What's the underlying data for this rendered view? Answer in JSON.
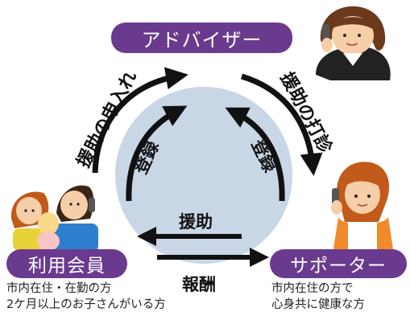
{
  "nodes": {
    "advisor": "アドバイザー",
    "member": "利用会員",
    "supporter": "サポーター"
  },
  "flows": {
    "support_request": "援助の申入れ",
    "support_meeting": "援助の打診",
    "register_left": "登録",
    "register_right": "登録",
    "support": "援助",
    "reward": "報酬"
  },
  "descriptions": {
    "member_line1": "市内在住・在勤の方",
    "member_line2": "2ケ月以上のお子さんがいる方",
    "supporter_line1": "市内在住の方で",
    "supporter_line2": "心身共に健康な方"
  },
  "colors": {
    "accent_purple": "#6a3a8e",
    "circle_fill": "#c9d6e6",
    "arrow": "#111111"
  }
}
